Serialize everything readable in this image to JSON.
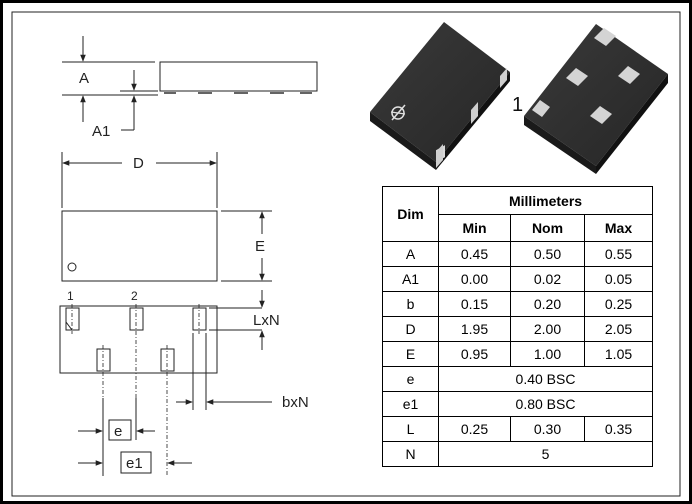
{
  "drawing": {
    "side_view": {
      "label_A": "A",
      "label_A1": "A1"
    },
    "top_view": {
      "label_D": "D",
      "label_E": "E"
    },
    "bottom_view": {
      "pin_1": "1",
      "pin_2": "2",
      "label_LxN": "LxN",
      "label_bxN": "bxN",
      "label_e": "e",
      "label_e1": "e1"
    },
    "package_render": {
      "label_pin1": "1"
    }
  },
  "table": {
    "col_dim": "Dim",
    "col_group": "Millimeters",
    "col_min": "Min",
    "col_nom": "Nom",
    "col_max": "Max",
    "rows": [
      {
        "dim": "A",
        "min": "0.45",
        "nom": "0.50",
        "max": "0.55"
      },
      {
        "dim": "A1",
        "min": "0.00",
        "nom": "0.02",
        "max": "0.05"
      },
      {
        "dim": "b",
        "min": "0.15",
        "nom": "0.20",
        "max": "0.25"
      },
      {
        "dim": "D",
        "min": "1.95",
        "nom": "2.00",
        "max": "2.05"
      },
      {
        "dim": "E",
        "min": "0.95",
        "nom": "1.00",
        "max": "1.05"
      },
      {
        "dim": "e",
        "value": "0.40 BSC"
      },
      {
        "dim": "e1",
        "value": "0.80 BSC"
      },
      {
        "dim": "L",
        "min": "0.25",
        "nom": "0.30",
        "max": "0.35"
      },
      {
        "dim": "N",
        "value": "5"
      }
    ]
  }
}
